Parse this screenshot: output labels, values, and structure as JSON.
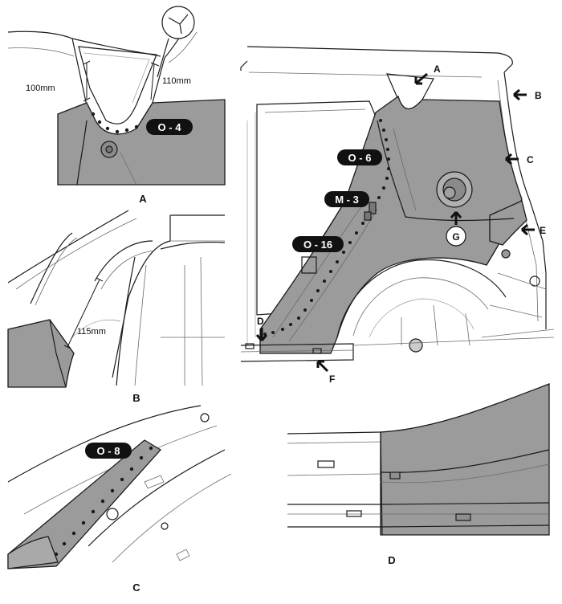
{
  "views": {
    "a": {
      "caption": "A",
      "weld_label": "O - 4",
      "dim_left": "100mm",
      "dim_right": "110mm"
    },
    "b": {
      "caption": "B",
      "dim": "115mm"
    },
    "c": {
      "caption": "C",
      "weld_label": "O - 8"
    },
    "d": {
      "caption": "D"
    }
  },
  "main": {
    "arrows": {
      "a": "A",
      "b": "B",
      "c": "C",
      "d": "D",
      "e": "E",
      "f": "F",
      "g": "G"
    },
    "weld_labels": {
      "o6": "O - 6",
      "m3": "M - 3",
      "o16": "O - 16"
    }
  },
  "colors": {
    "panel": "#9b9b9b",
    "line": "#1a1a1a",
    "pill": "#111111"
  }
}
